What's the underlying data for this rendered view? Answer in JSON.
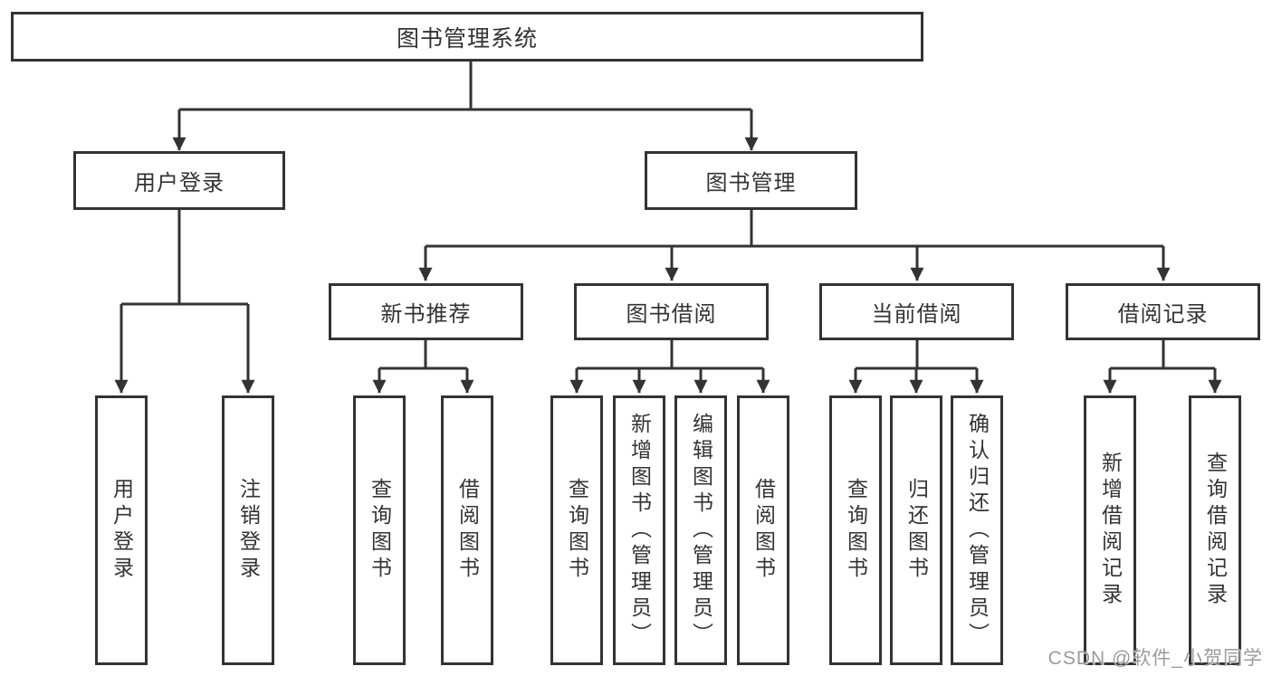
{
  "diagram": {
    "root": "图书管理系统",
    "level2": [
      "用户登录",
      "图书管理"
    ],
    "level3": [
      "新书推荐",
      "图书借阅",
      "当前借阅",
      "借阅记录"
    ],
    "leaves": [
      "用户登录",
      "注销登录",
      "查询图书",
      "借阅图书",
      "查询图书",
      "新增图书（管理员）",
      "编辑图书（管理员）",
      "借阅图书",
      "查询图书",
      "归还图书",
      "确认归还（管理员）",
      "新增借阅记录",
      "查询借阅记录"
    ]
  },
  "colors": {
    "line": "#333333",
    "text": "#333333",
    "background": "#ffffff",
    "watermark": "#9b9b9b"
  },
  "watermark": "CSDN @软件_小贺同学"
}
